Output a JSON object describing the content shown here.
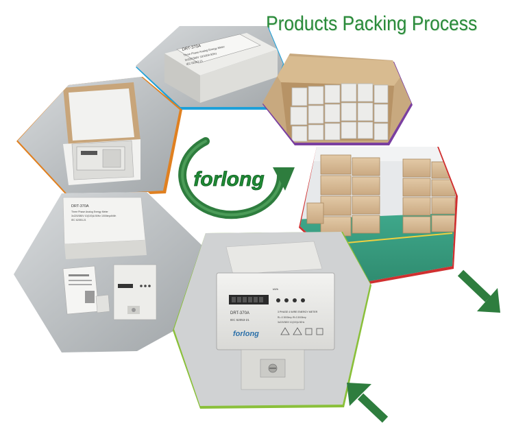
{
  "header": {
    "title": "Products Packing Process"
  },
  "logo": {
    "text": "forlong"
  },
  "boxes": {
    "carton_label_model": "DRT-370A",
    "carton_label_desc": "Three Phase Analog Energy Meter",
    "carton_label_spec": "3x220/380V 10/100A 50Hz",
    "carton_label_std": "IEC 62053-21",
    "small_label_model": "DRT-370A",
    "small_label_desc": "Three Phase Analog Energy Meter",
    "small_label_spec": "3x220/380V 10(100)A 50Hz 1000imp/kWh",
    "small_label_std": "IEC 62053-21"
  },
  "meter": {
    "model": "DRT-370A",
    "standard": "IEC 62053-21",
    "brand": "forlong",
    "type_line": "3 PHASE 4 WIRE ENERGY METER",
    "spec_line1": "RL=3 3000imp  IR=3 3000imp",
    "spec_line2": "3x220/380V  10(100)A 50Hz",
    "unit": "kWh"
  },
  "colors": {
    "title": "#2a8a3a",
    "logo": "#1f8a35",
    "arrow": "#2e7d3e",
    "edge_blue": "#1ea0d8",
    "edge_purple": "#7a3fa0",
    "edge_orange": "#e08020",
    "edge_red": "#d03030",
    "edge_lime": "#8ac03a"
  }
}
